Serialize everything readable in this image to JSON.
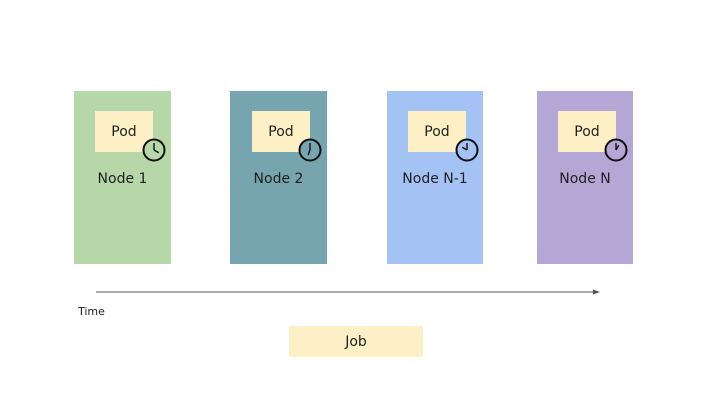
{
  "nodes": [
    {
      "label": "Node 1",
      "pod_label": "Pod",
      "color": "#b6d7a8",
      "clock_hand_angle": 120
    },
    {
      "label": "Node 2",
      "pod_label": "Pod",
      "color": "#76a5af",
      "clock_hand_angle": 200
    },
    {
      "label": "Node N-1",
      "pod_label": "Pod",
      "color": "#a4c2f4",
      "clock_hand_angle": 300
    },
    {
      "label": "Node N",
      "pod_label": "Pod",
      "color": "#b4a7d6",
      "clock_hand_angle": 30
    }
  ],
  "timeline": {
    "label": "Time",
    "color": "#555555"
  },
  "job": {
    "label": "Job",
    "color": "#fdf0c6"
  },
  "icons": {
    "clock": "clock-icon",
    "arrow": "arrow-right-icon"
  }
}
